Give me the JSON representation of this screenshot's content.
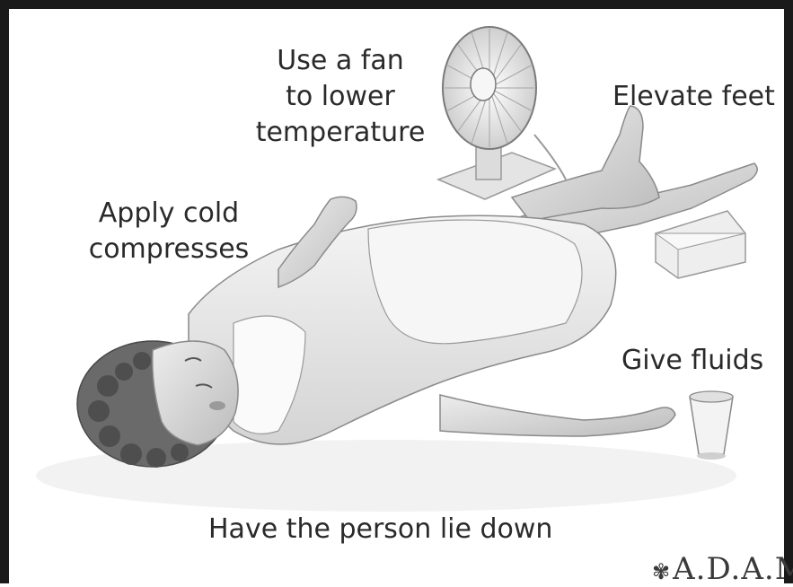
{
  "labels": {
    "fan_line1": "Use a fan",
    "fan_line2": "to lower",
    "fan_line3": "temperature",
    "elevate_feet": "Elevate feet",
    "cold_line1": "Apply cold",
    "cold_line2": "compresses",
    "give_fluids": "Give fluids",
    "lie_down": "Have the person lie down"
  },
  "logo": {
    "text": "A.D.A.M.",
    "icon": "adam-flower-icon"
  },
  "colors": {
    "border": "#1a1a1a",
    "text": "#2a2a2a",
    "skin": "#d9d9d9",
    "cloth": "#ececec",
    "shadow": "#bdbdbd"
  }
}
